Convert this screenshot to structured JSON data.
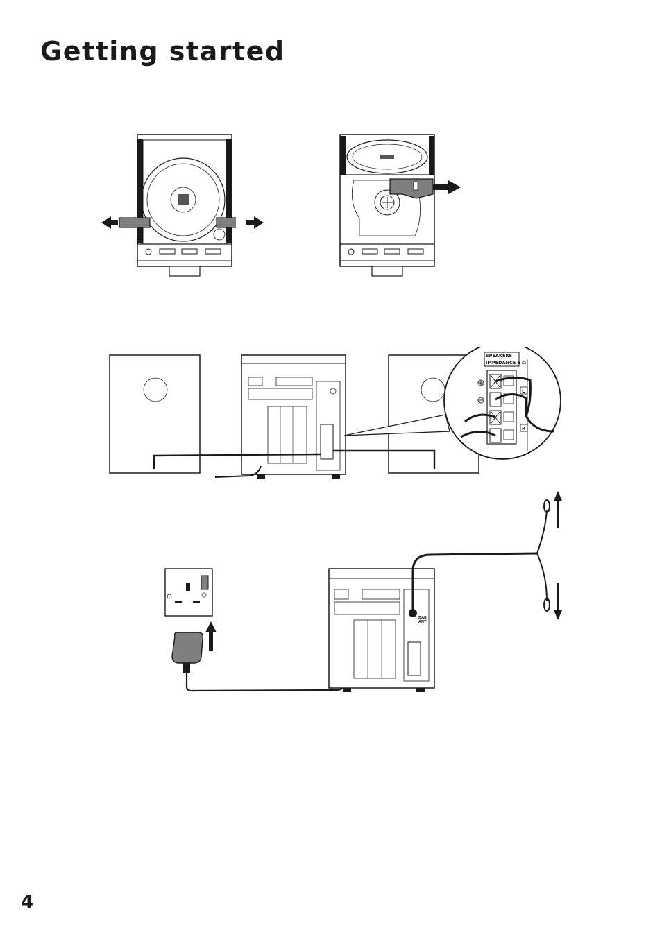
{
  "page": {
    "title": "Getting started",
    "number": "4"
  },
  "speaker_panel": {
    "heading": "SPEAKERS",
    "impedance": "IMPEDANCE 6 Ω",
    "left_marker": "L",
    "right_marker": "R"
  },
  "antenna_jack": {
    "label_line1": "DAB",
    "label_line2": "ANT"
  },
  "colors": {
    "ink": "#1a1a1a",
    "grey_fill": "#7f7f7f",
    "light_grey": "#bdbdbd"
  }
}
